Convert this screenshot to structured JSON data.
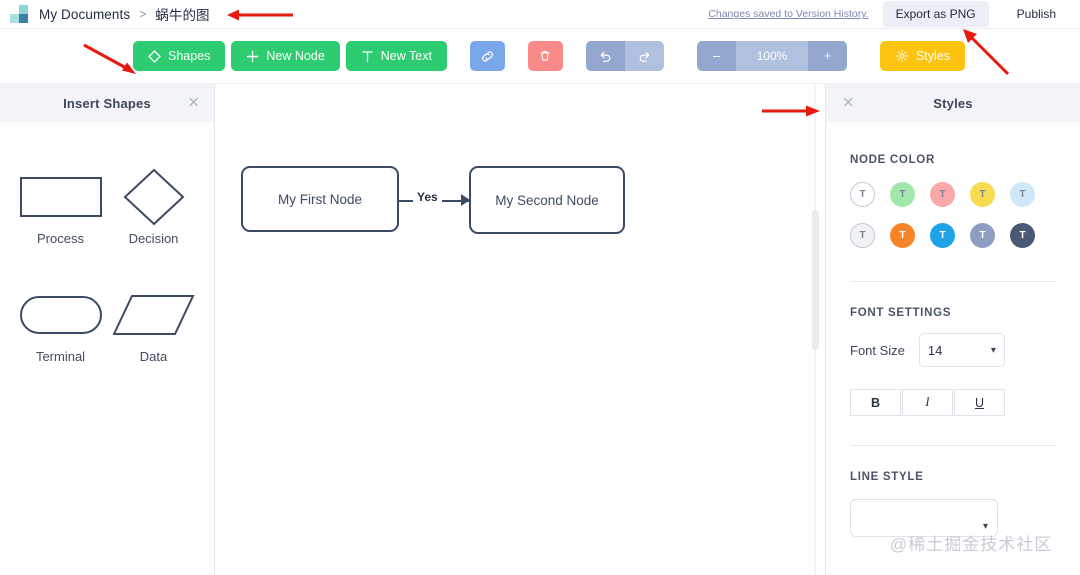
{
  "header": {
    "logo_icon": "app-grid-logo",
    "breadcrumb": {
      "root": "My Documents",
      "separator": ">",
      "current": "蜗牛的图"
    },
    "saved_note": "Changes saved to Version History.",
    "export_label": "Export as PNG",
    "publish_label": "Publish"
  },
  "toolbar": {
    "shapes_label": "Shapes",
    "new_node_label": "New Node",
    "new_text_label": "New Text",
    "link_icon": "link-icon",
    "delete_icon": "trash-icon",
    "undo_icon": "undo-icon",
    "redo_icon": "redo-icon",
    "zoom_out_label": "–",
    "zoom_value": "100%",
    "zoom_in_label": "+",
    "styles_label": "Styles",
    "styles_icon": "gear-icon"
  },
  "shapes_panel": {
    "title": "Insert Shapes",
    "close_icon": "close-icon",
    "items": [
      {
        "label": "Process",
        "shape": "rectangle"
      },
      {
        "label": "Decision",
        "shape": "diamond"
      },
      {
        "label": "Terminal",
        "shape": "stadium"
      },
      {
        "label": "Data",
        "shape": "parallelogram"
      }
    ]
  },
  "canvas": {
    "nodes": [
      {
        "label": "My First Node"
      },
      {
        "label": "My Second Node"
      }
    ],
    "edge_label": "Yes",
    "node_border_color": "#3c4a63"
  },
  "styles_panel": {
    "title": "Styles",
    "close_icon": "close-icon",
    "node_color": {
      "label": "NODE COLOR",
      "swatch_glyph": "T",
      "row1": [
        "#ffffff",
        "#a3e8ab",
        "#fba8a8",
        "#f7dc52",
        "#cfe8f7"
      ],
      "row2": [
        "#f1f2f4",
        "#f8842a",
        "#1fa2e8",
        "#8d9ec2",
        "#4a5a74"
      ]
    },
    "font_settings": {
      "label": "FONT SETTINGS",
      "font_size_label": "Font Size",
      "font_size_value": "14",
      "bold_label": "B",
      "italic_label": "I",
      "underline_label": "U"
    },
    "line_style": {
      "label": "LINE STYLE",
      "value": ""
    }
  },
  "annotations": {
    "arrow_color": "#e8190e",
    "arrows": [
      "arrow-to-breadcrumb",
      "arrow-to-shapes-button",
      "arrow-to-publish",
      "arrow-to-styles-panel"
    ]
  },
  "watermark": {
    "text": "@稀土掘金技术社区"
  }
}
